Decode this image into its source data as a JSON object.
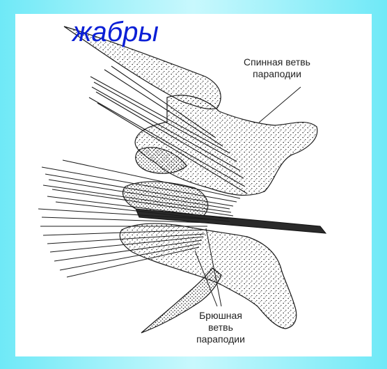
{
  "title": "жабры",
  "labels": {
    "dorsal": {
      "line1": "Спинная ветвь",
      "line2": "параподии"
    },
    "ventral": {
      "line1": "Брюшная",
      "line2": "ветвь",
      "line3": "параподии"
    }
  },
  "colors": {
    "background": "#8fefff",
    "title": "#0a1fd6",
    "stipple": "#1a1a1a"
  }
}
